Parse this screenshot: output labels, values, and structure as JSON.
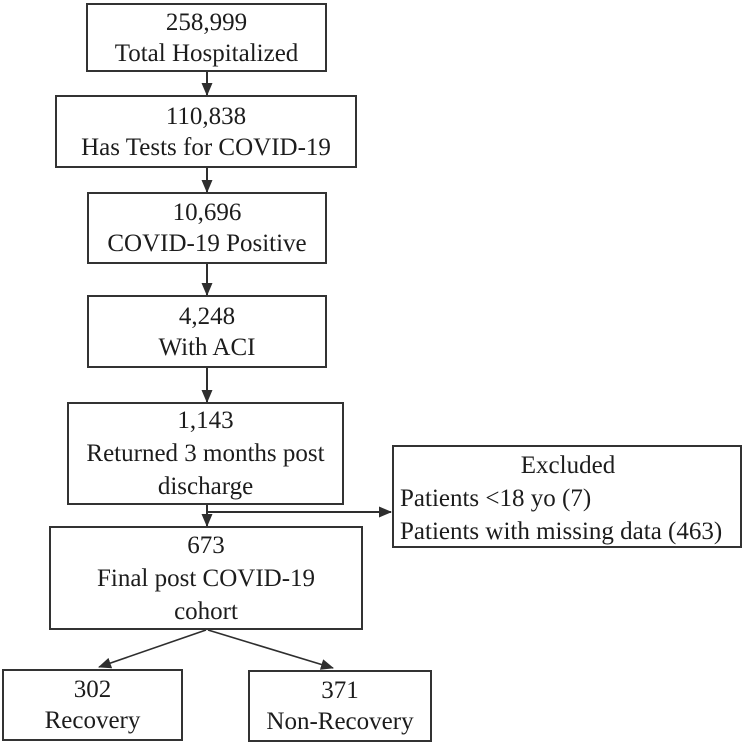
{
  "figure": {
    "type": "flowchart",
    "background_color": "#ffffff",
    "line_color": "#2e2e2e",
    "text_color": "#1c1c1c",
    "nodes": [
      {
        "id": "total-hospitalized",
        "value": "258,999",
        "label": "Total Hospitalized"
      },
      {
        "id": "has-tests",
        "value": "110,838",
        "label": "Has Tests for COVID-19"
      },
      {
        "id": "covid-positive",
        "value": "10,696",
        "label": "COVID-19 Positive"
      },
      {
        "id": "with-aci",
        "value": "4,248",
        "label": "With ACI"
      },
      {
        "id": "returned",
        "value": "1,143",
        "label": "Returned 3 months post discharge"
      },
      {
        "id": "final-cohort",
        "value": "673",
        "label": "Final post COVID-19 cohort"
      },
      {
        "id": "recovery",
        "value": "302",
        "label": "Recovery"
      },
      {
        "id": "non-recovery",
        "value": "371",
        "label": "Non-Recovery"
      }
    ],
    "excluded": {
      "title": "Excluded",
      "items": [
        "Patients <18 yo (7)",
        "Patients with missing data (463)"
      ]
    },
    "edges": [
      "total-hospitalized -> has-tests",
      "has-tests -> covid-positive",
      "covid-positive -> with-aci",
      "with-aci -> returned",
      "returned -> final-cohort",
      "returned -> excluded",
      "final-cohort -> recovery",
      "final-cohort -> non-recovery"
    ]
  }
}
